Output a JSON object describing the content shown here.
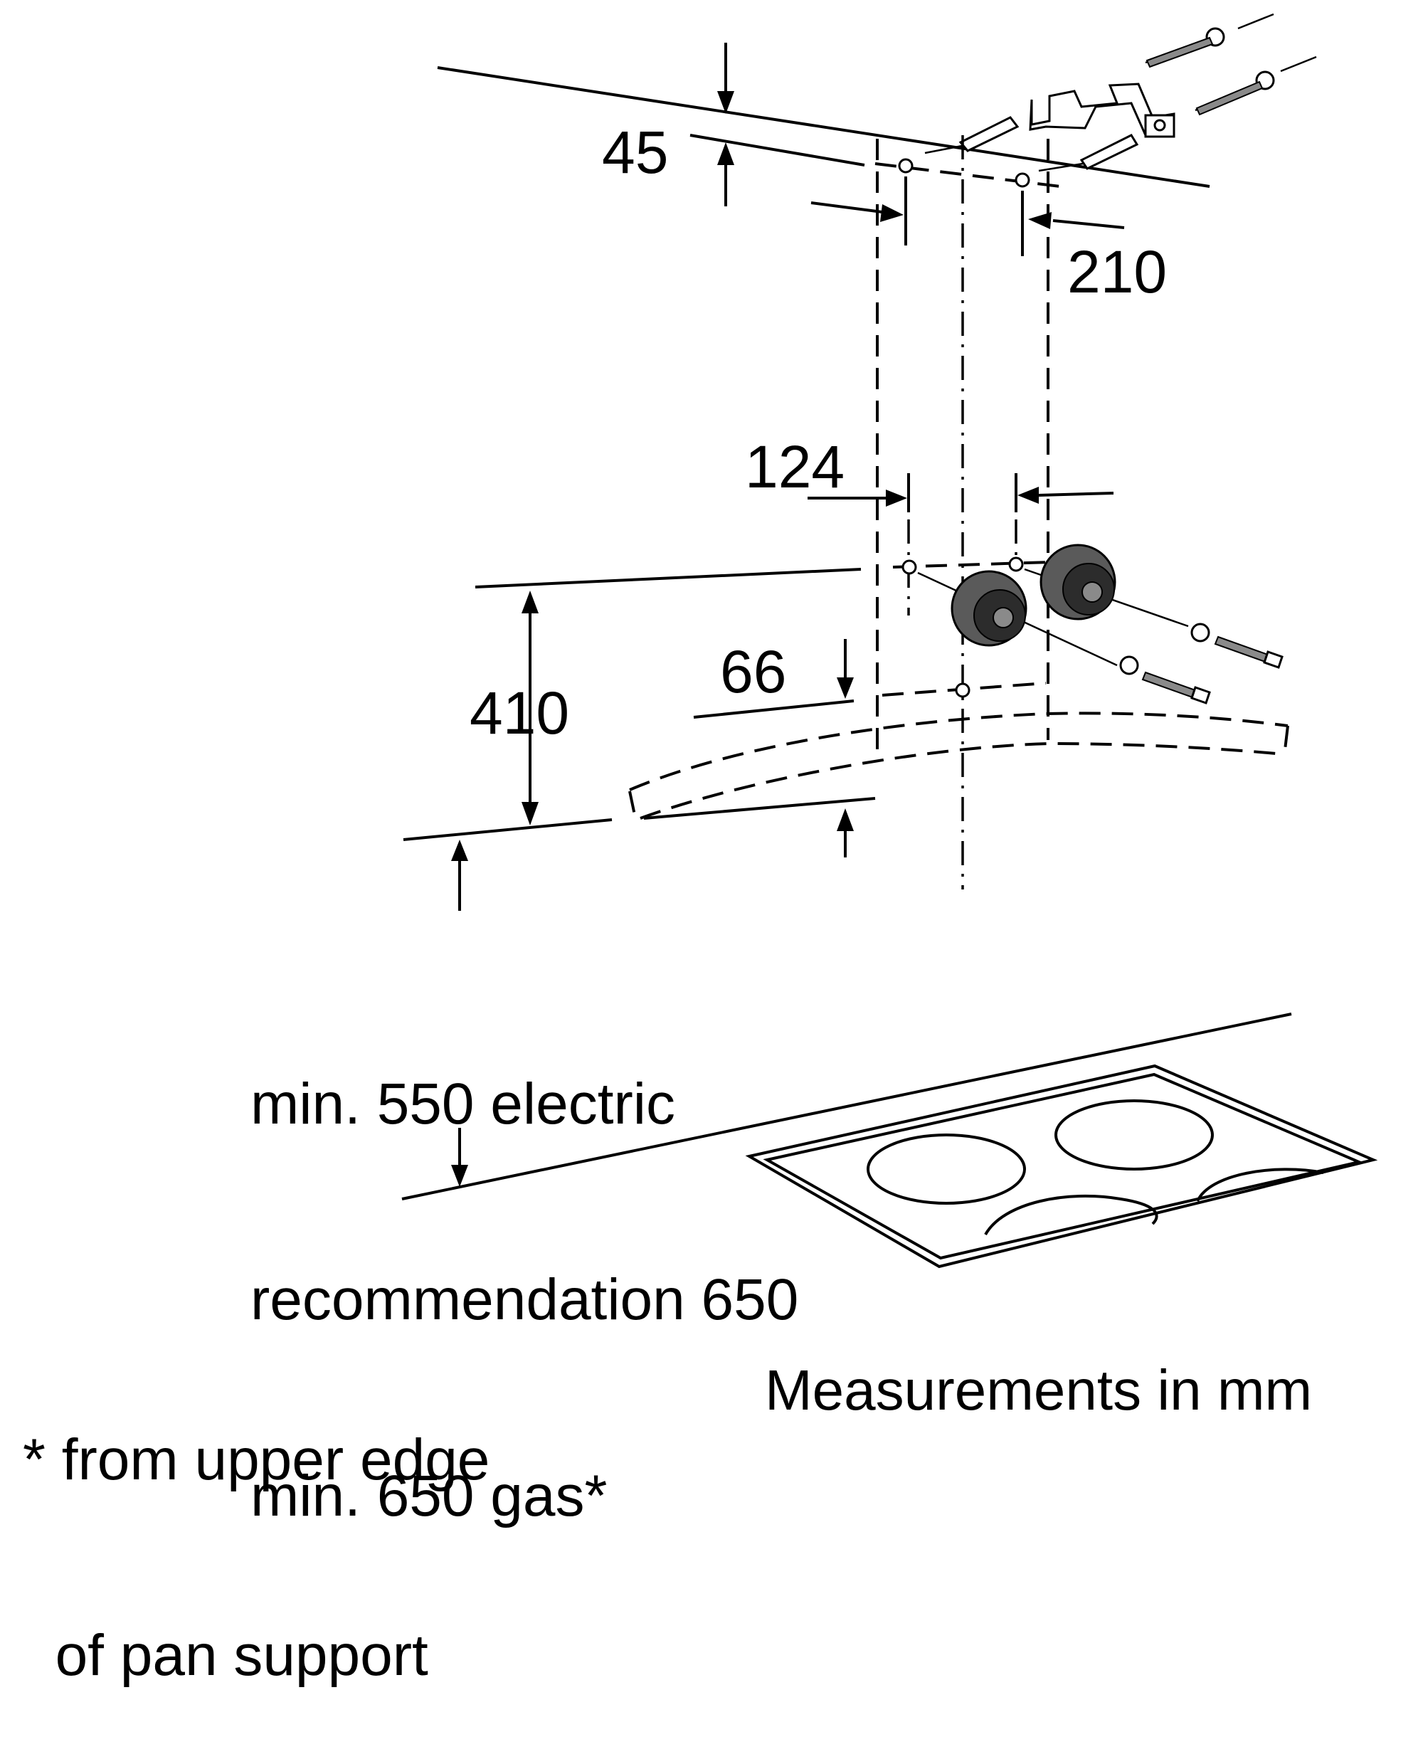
{
  "dimensions": {
    "d45": "45",
    "d210": "210",
    "d124": "124",
    "d66": "66",
    "d410": "410"
  },
  "clearance_note": {
    "line1": "min. 550 electric",
    "line2": "recommendation 650",
    "line3": "min. 650 gas*"
  },
  "footnote": {
    "line1": "* from upper edge",
    "line2": "  of pan support"
  },
  "units_note": "Measurements in mm"
}
